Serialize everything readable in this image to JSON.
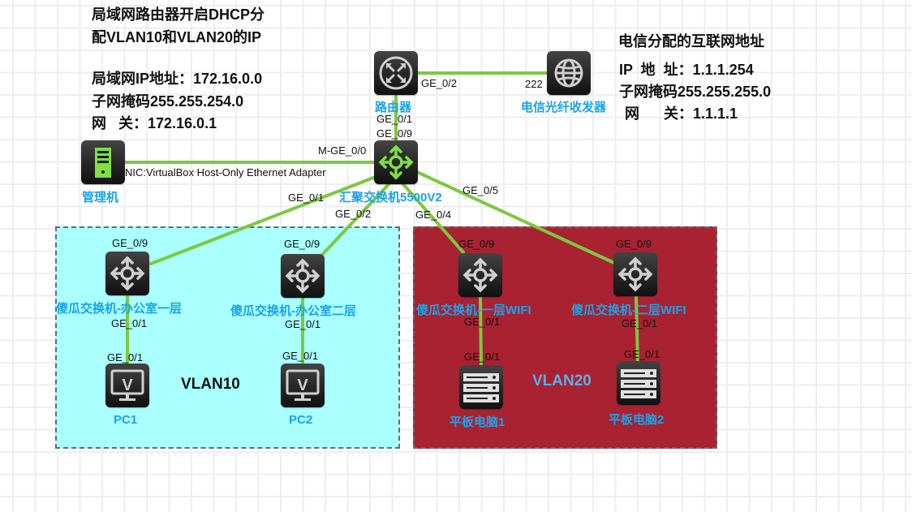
{
  "notes": {
    "left": {
      "line1": "局域网路由器开启DHCP分",
      "line2": "配VLAN10和VLAN20的IP",
      "line3": "局域网IP地址：172.16.0.0",
      "line4": "子网掩码255.255.254.0",
      "line5": "网   关：172.16.0.1"
    },
    "right": {
      "line1": "电信分配的互联网地址",
      "line2": "IP  地  址：1.1.1.254",
      "line3": "子网掩码255.255.255.0",
      "line4": "网      关：1.1.1.1"
    }
  },
  "zones": {
    "vlan10": {
      "label": "VLAN10",
      "color": "#aaffff",
      "label_color": "#111111"
    },
    "vlan20": {
      "label": "VLAN20",
      "color": "#a82232",
      "label_color": "#5aaee8"
    }
  },
  "link_color": "#7cc940",
  "devices": {
    "router": {
      "label": "路由器",
      "icon": "router-icon"
    },
    "isp_transceiver": {
      "label": "电信光纤收发器",
      "icon": "globe-icon"
    },
    "mgmt_host": {
      "label": "管理机",
      "icon": "server-tower-icon"
    },
    "core_switch": {
      "label": "汇聚交换机5500V2",
      "icon": "switch-icon"
    },
    "sw_office1": {
      "label": "傻瓜交换机-办公室一层",
      "icon": "switch-icon"
    },
    "sw_office2": {
      "label": "傻瓜交换机-办公室二层",
      "icon": "switch-icon"
    },
    "sw_wifi1": {
      "label": "傻瓜交换机-一层WIFI",
      "icon": "switch-icon"
    },
    "sw_wifi2": {
      "label": "傻瓜交换机-二层WIFI",
      "icon": "switch-icon"
    },
    "pc1": {
      "label": "PC1",
      "icon": "monitor-icon"
    },
    "pc2": {
      "label": "PC2",
      "icon": "monitor-icon"
    },
    "tablet1": {
      "label": "平板电脑1",
      "icon": "server-rack-icon"
    },
    "tablet2": {
      "label": "平板电脑2",
      "icon": "server-rack-icon"
    }
  },
  "ports": {
    "router_to_isp": "GE_0/2",
    "isp_to_router": "222",
    "router_to_core": "GE_0/1",
    "core_to_router": "GE_0/9",
    "core_to_mgmt": "M-GE_0/0",
    "mgmt_nic": "NIC:VirtualBox Host-Only Ethernet Adapter",
    "core_to_sw1": "GE_0/1",
    "core_to_sw2": "GE_0/2",
    "core_to_sw3": "GE_0/4",
    "core_to_sw4": "GE_0/5",
    "sw1_up": "GE_0/9",
    "sw2_up": "GE_0/9",
    "sw3_up": "GE_0/9",
    "sw4_up": "GE_0/9",
    "sw1_down": "GE_0/1",
    "sw2_down": "GE_0/1",
    "sw3_down": "GE_0/1",
    "sw4_down": "GE_0/1",
    "pc1_port": "GE_0/1",
    "pc2_port": "GE_0/1",
    "tablet1_port": "GE_0/1",
    "tablet2_port": "GE_0/1"
  }
}
